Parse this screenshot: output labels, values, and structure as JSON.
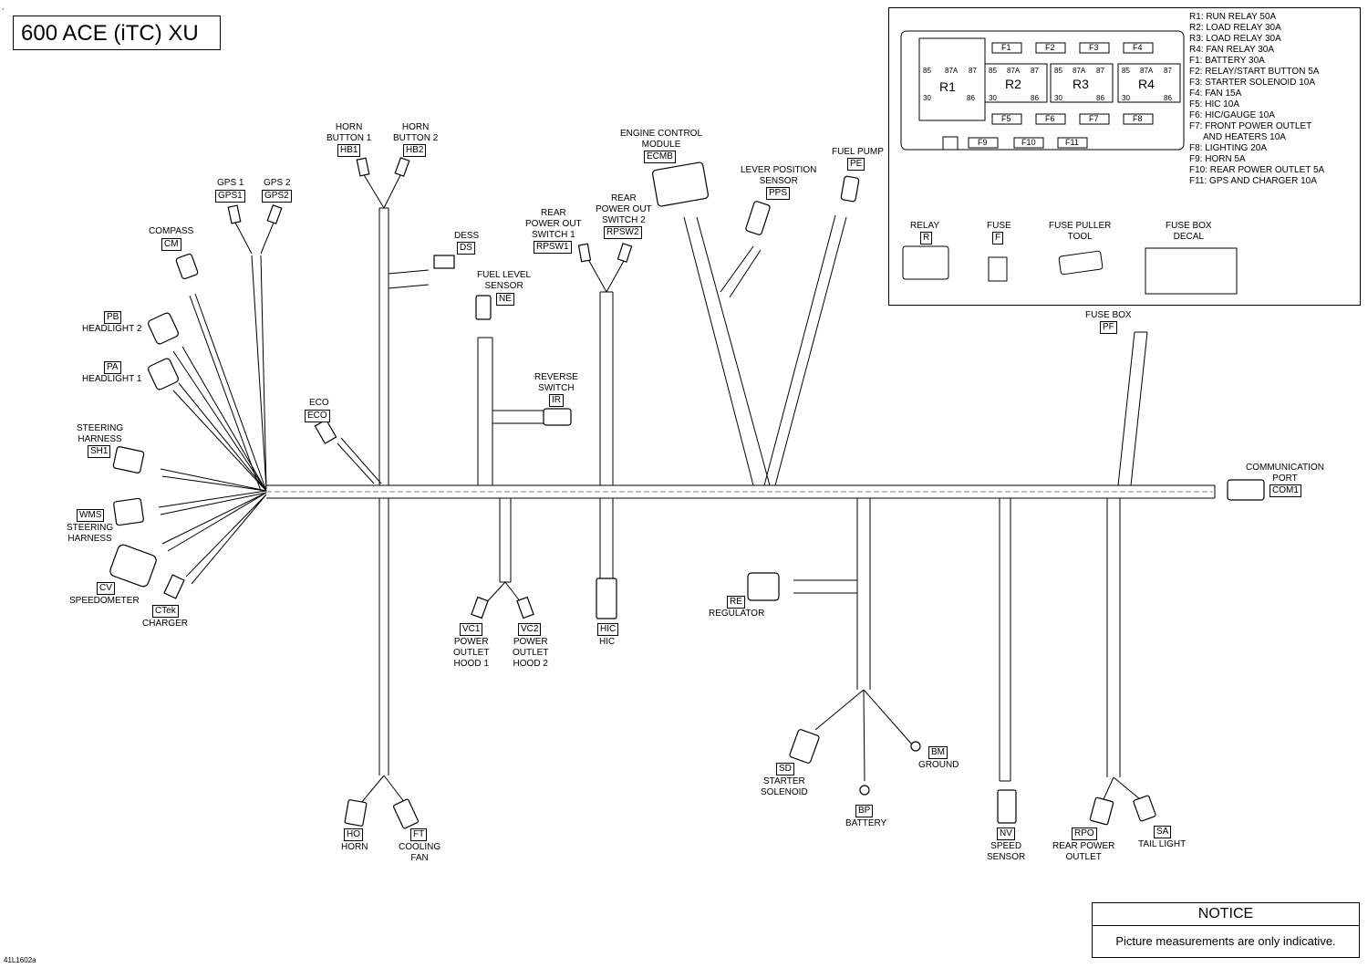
{
  "diagram": {
    "title": "600 ACE (iTC) XU",
    "image_id": "41L1602a",
    "notice": {
      "heading": "NOTICE",
      "text": "Picture measurements are only indicative."
    },
    "fuse_legend": [
      "R1: RUN RELAY 50A",
      "R2: LOAD RELAY 30A",
      "R3: LOAD RELAY 30A",
      "R4: FAN RELAY 30A",
      "F1: BATTERY 30A",
      "F2: RELAY/START BUTTON 5A",
      "F3: STARTER SOLENOID 10A",
      "F4: FAN 15A",
      "F5: HIC 10A",
      "F6: HIC/GAUGE 10A",
      "F7: FRONT POWER OUTLET",
      "AND HEATERS 10A",
      "F8: LIGHTING 20A",
      "F9: HORN 5A",
      "F10: REAR POWER OUTLET 5A",
      "F11: GPS AND CHARGER 10A"
    ],
    "fuse_box_slots": {
      "relays": [
        "R1",
        "R2",
        "R3",
        "R4"
      ],
      "relay_pins": [
        "85",
        "87A",
        "87",
        "30",
        "86"
      ],
      "fuses_top": [
        "F1",
        "F2",
        "F3",
        "F4"
      ],
      "fuses_mid": [
        "F5",
        "F6",
        "F7",
        "F8"
      ],
      "fuses_bottom": [
        "F9",
        "F10",
        "F11"
      ]
    },
    "accessories": [
      {
        "name": "RELAY",
        "code": "R"
      },
      {
        "name": "FUSE",
        "code": "F"
      },
      {
        "name": "FUSE PULLER\nTOOL",
        "code": ""
      },
      {
        "name": "FUSE BOX\nDECAL",
        "code": ""
      }
    ],
    "connectors": [
      {
        "code": "HB1",
        "label": "HORN\nBUTTON 1"
      },
      {
        "code": "HB2",
        "label": "HORN\nBUTTON 2"
      },
      {
        "code": "GPS1",
        "label": "GPS 1"
      },
      {
        "code": "GPS2",
        "label": "GPS 2"
      },
      {
        "code": "CM",
        "label": "COMPASS"
      },
      {
        "code": "PB",
        "label": "HEADLIGHT 2"
      },
      {
        "code": "PA",
        "label": "HEADLIGHT 1"
      },
      {
        "code": "SH1",
        "label": "STEERING\nHARNESS"
      },
      {
        "code": "WMS",
        "label": "STEERING\nHARNESS"
      },
      {
        "code": "CV",
        "label": "SPEEDOMETER"
      },
      {
        "code": "CTek",
        "label": "CHARGER"
      },
      {
        "code": "ECO",
        "label": "ECO"
      },
      {
        "code": "DS",
        "label": "DESS"
      },
      {
        "code": "NE",
        "label": "FUEL LEVEL\nSENSOR"
      },
      {
        "code": "IR",
        "label": "REVERSE\nSWITCH"
      },
      {
        "code": "RPSW1",
        "label": "REAR\nPOWER OUT\nSWITCH 1"
      },
      {
        "code": "RPSW2",
        "label": "REAR\nPOWER OUT\nSWITCH 2"
      },
      {
        "code": "ECMB",
        "label": "ENGINE CONTROL\nMODULE"
      },
      {
        "code": "PPS",
        "label": "LEVER POSITION\nSENSOR"
      },
      {
        "code": "PE",
        "label": "FUEL PUMP"
      },
      {
        "code": "PF",
        "label": "FUSE BOX"
      },
      {
        "code": "COM1",
        "label": "COMMUNICATION\nPORT"
      },
      {
        "code": "VC1",
        "label": "POWER\nOUTLET\nHOOD 1"
      },
      {
        "code": "VC2",
        "label": "POWER\nOUTLET\nHOOD 2"
      },
      {
        "code": "HIC",
        "label": "HIC"
      },
      {
        "code": "RE",
        "label": "REGULATOR"
      },
      {
        "code": "SD",
        "label": "STARTER\nSOLENOID"
      },
      {
        "code": "BP",
        "label": "BATTERY"
      },
      {
        "code": "BM",
        "label": "GROUND"
      },
      {
        "code": "HO",
        "label": "HORN"
      },
      {
        "code": "FT",
        "label": "COOLING\nFAN"
      },
      {
        "code": "NV",
        "label": "SPEED\nSENSOR"
      },
      {
        "code": "RPO",
        "label": "REAR POWER\nOUTLET"
      },
      {
        "code": "SA",
        "label": "TAIL LIGHT"
      }
    ]
  }
}
